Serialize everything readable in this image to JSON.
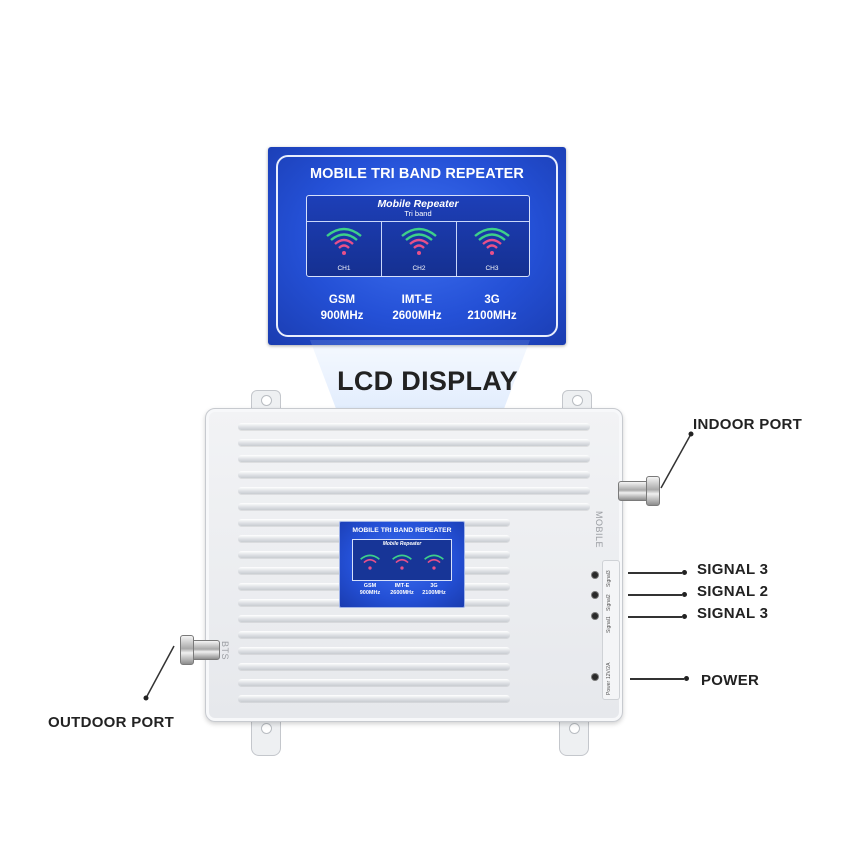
{
  "lcd_panel": {
    "title": "MOBILE TRI BAND REPEATER",
    "screen_title": "Mobile Repeater",
    "screen_subtitle": "Tri band",
    "channels": [
      {
        "label": "CH1",
        "band": "GSM",
        "freq": "900MHz"
      },
      {
        "label": "CH2",
        "band": "IMT-E",
        "freq": "2600MHz"
      },
      {
        "label": "CH3",
        "band": "3G",
        "freq": "2100MHz"
      }
    ]
  },
  "headline": "LCD DISPLAY",
  "device": {
    "mobile_engraving": "MOBILE",
    "bts_engraving": "BTS",
    "led_labels": [
      "Signal3",
      "Signal2",
      "Signal1",
      "Power",
      "12V/2A"
    ]
  },
  "callouts": {
    "indoor_port": "INDOOR PORT",
    "signal_top": "SIGNAL 3",
    "signal_mid": "SIGNAL 2",
    "signal_bottom": "SIGNAL 3",
    "power": "POWER",
    "outdoor_port": "OUTDOOR PORT"
  },
  "colors": {
    "panel_blue": "#2450d6",
    "wave_green": "#3ed08a",
    "wave_pink": "#e8508a",
    "device_white": "#eceef1"
  },
  "icons": [
    "wifi-signal-icon"
  ]
}
